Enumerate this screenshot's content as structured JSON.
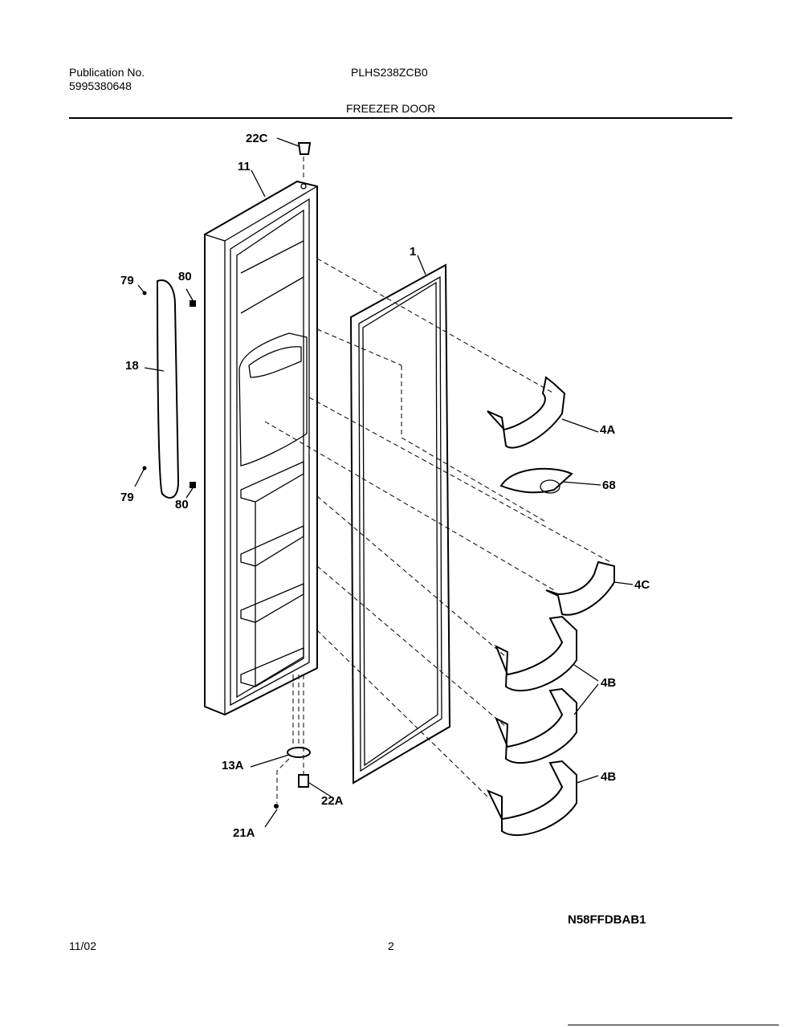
{
  "header": {
    "publication_label": "Publication No.",
    "publication_number": "5995380648",
    "model": "PLHS238ZCB0",
    "section_title": "FREEZER DOOR"
  },
  "callouts": {
    "c22C": "22C",
    "c11": "11",
    "c1": "1",
    "c79a": "79",
    "c80a": "80",
    "c18": "18",
    "c79b": "79",
    "c80b": "80",
    "c4A": "4A",
    "c68": "68",
    "c4C": "4C",
    "c4B1": "4B",
    "c4B2": "4B",
    "c13A": "13A",
    "c22A": "22A",
    "c21A": "21A"
  },
  "footer": {
    "diagram_code": "N58FFDBAB1",
    "date": "11/02",
    "page": "2"
  }
}
